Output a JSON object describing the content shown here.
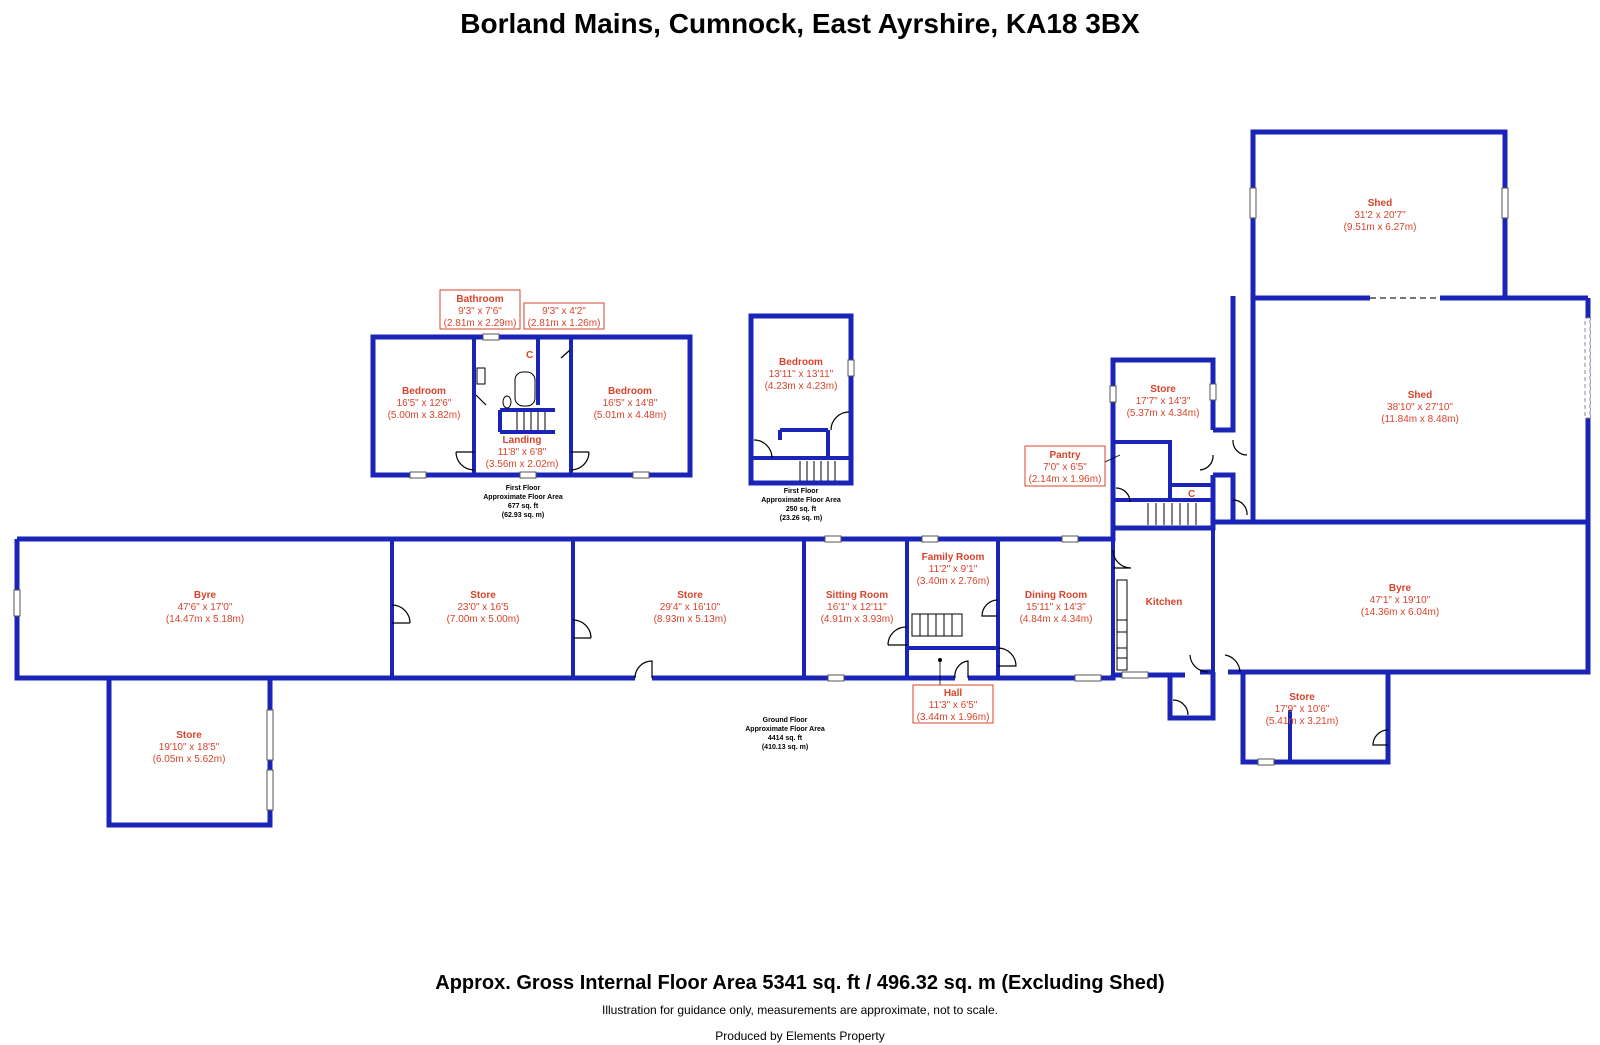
{
  "title": "Borland Mains, Cumnock, East Ayrshire, KA18 3BX",
  "rooms": {
    "bathroom": {
      "name": "Bathroom",
      "dim_imperial": "9'3\" x 7'6\"",
      "dim_metric": "(2.81m x 2.29m)"
    },
    "ensuite": {
      "dim_imperial": "9'3\" x 4'2\"",
      "dim_metric": "(2.81m x 1.26m)"
    },
    "bedroom_left": {
      "name": "Bedroom",
      "dim_imperial": "16'5\" x 12'6\"",
      "dim_metric": "(5.00m x 3.82m)"
    },
    "bedroom_right": {
      "name": "Bedroom",
      "dim_imperial": "16'5\" x 14'8\"",
      "dim_metric": "(5.01m x 4.48m)"
    },
    "landing": {
      "name": "Landing",
      "dim_imperial": "11'8\" x 6'8\"",
      "dim_metric": "(3.56m x 2.02m)"
    },
    "bedroom_annex": {
      "name": "Bedroom",
      "dim_imperial": "13'11\" x 13'11\"",
      "dim_metric": "(4.23m x 4.23m)"
    },
    "store_upper": {
      "name": "Store",
      "dim_imperial": "17'7\" x 14'3\"",
      "dim_metric": "(5.37m x 4.34m)"
    },
    "pantry": {
      "name": "Pantry",
      "dim_imperial": "7'0\" x 6'5\"",
      "dim_metric": "(2.14m x 1.96m)"
    },
    "shed_top": {
      "name": "Shed",
      "dim_imperial": "31'2 x 20'7\"",
      "dim_metric": "(9.51m x 6.27m)"
    },
    "shed_mid": {
      "name": "Shed",
      "dim_imperial": "38'10\" x 27'10\"",
      "dim_metric": "(11.84m x 8.48m)"
    },
    "byre_left": {
      "name": "Byre",
      "dim_imperial": "47'6\" x 17'0\"",
      "dim_metric": "(14.47m x 5.18m)"
    },
    "store_a": {
      "name": "Store",
      "dim_imperial": "23'0\" x 16'5",
      "dim_metric": "(7.00m x 5.00m)"
    },
    "store_b": {
      "name": "Store",
      "dim_imperial": "29'4\" x 16'10\"",
      "dim_metric": "(8.93m x 5.13m)"
    },
    "sitting_room": {
      "name": "Sitting Room",
      "dim_imperial": "16'1\" x 12'11\"",
      "dim_metric": "(4.91m x 3.93m)"
    },
    "family_room": {
      "name": "Family Room",
      "dim_imperial": "11'2\" x 9'1\"",
      "dim_metric": "(3.40m x 2.76m)"
    },
    "dining_room": {
      "name": "Dining Room",
      "dim_imperial": "15'11\" x 14'3\"",
      "dim_metric": "(4.84m x 4.34m)"
    },
    "kitchen": {
      "name": "Kitchen"
    },
    "byre_right": {
      "name": "Byre",
      "dim_imperial": "47'1\" x 19'10\"",
      "dim_metric": "(14.36m x 6.04m)"
    },
    "hall": {
      "name": "Hall",
      "dim_imperial": "11'3\" x 6'5\"",
      "dim_metric": "(3.44m x 1.96m)"
    },
    "store_lower_left": {
      "name": "Store",
      "dim_imperial": "19'10\" x 18'5\"",
      "dim_metric": "(6.05m x 5.62m)"
    },
    "store_lower_right": {
      "name": "Store",
      "dim_imperial": "17'9\" x 10'6\"",
      "dim_metric": "(5.41m x 3.21m)"
    }
  },
  "cupboard_label": "C",
  "floor_labels": {
    "first_main": {
      "line1": "First Floor",
      "line2": "Approximate Floor Area",
      "line3": "677 sq. ft",
      "line4": "(62.93 sq. m)"
    },
    "first_annex": {
      "line1": "First Floor",
      "line2": "Approximate Floor Area",
      "line3": "250 sq. ft",
      "line4": "(23.26 sq. m)"
    },
    "ground": {
      "line1": "Ground Floor",
      "line2": "Approximate Floor Area",
      "line3": "4414 sq. ft",
      "line4": "(410.13 sq. m)"
    }
  },
  "gross_area": "Approx. Gross Internal Floor Area 5341 sq. ft / 496.32 sq. m (Excluding Shed)",
  "disclaimer": "Illustration for guidance only, measurements are approximate, not to scale.",
  "producer": "Produced by Elements Property",
  "colors": {
    "wall": "#1a25b8",
    "label": "#d9432b"
  }
}
